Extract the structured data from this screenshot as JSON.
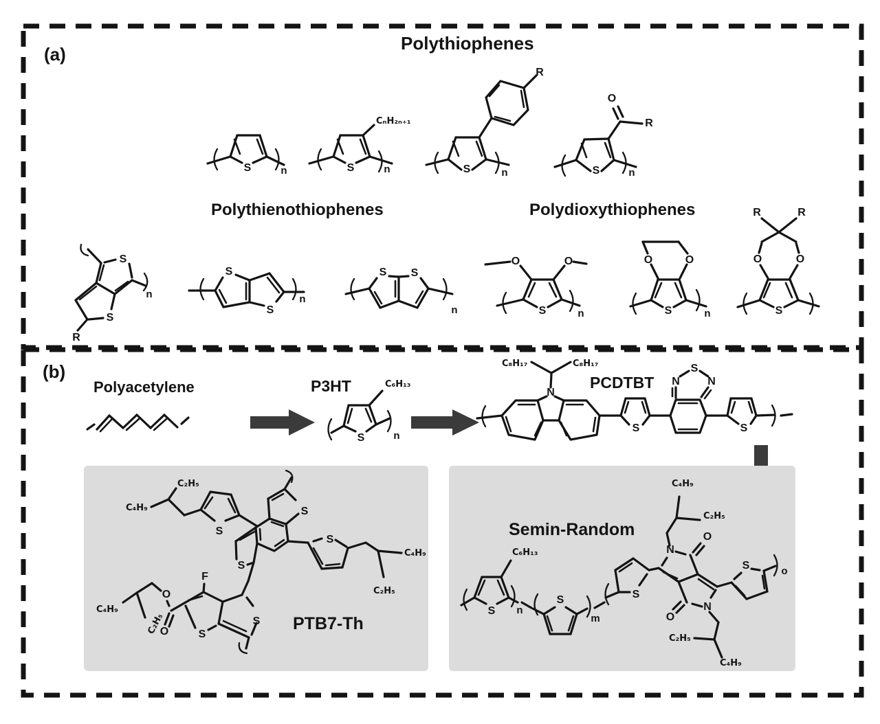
{
  "colors": {
    "ink": "#141414",
    "arrow": "#3b3b3b",
    "box_bg": "#dcdcdc",
    "background": "#ffffff"
  },
  "panel_a": {
    "tag": "(a)",
    "title": "Polythiophenes",
    "subtitle_thieno": "Polythienothiophenes",
    "subtitle_dioxy": "Polydioxythiophenes"
  },
  "panel_b": {
    "tag": "(b)",
    "polyacetylene": "Polyacetylene",
    "p3ht": "P3HT",
    "pcdtbt": "PCDTBT",
    "ptb7": "PTB7-Th",
    "semirandom": "Semin-Random"
  },
  "atoms": {
    "s": "S",
    "o": "O",
    "n": "N",
    "r": "R",
    "f": "F"
  },
  "subs": {
    "n": "n",
    "m": "m",
    "o": "o"
  },
  "formulas": {
    "cnh2n1": "CₙH₂ₙ₊₁",
    "c6h13": "C₆H₁₃",
    "c8h17": "C₈H₁₇",
    "c4h9": "C₄H₉",
    "c2h5": "C₂H₅"
  }
}
